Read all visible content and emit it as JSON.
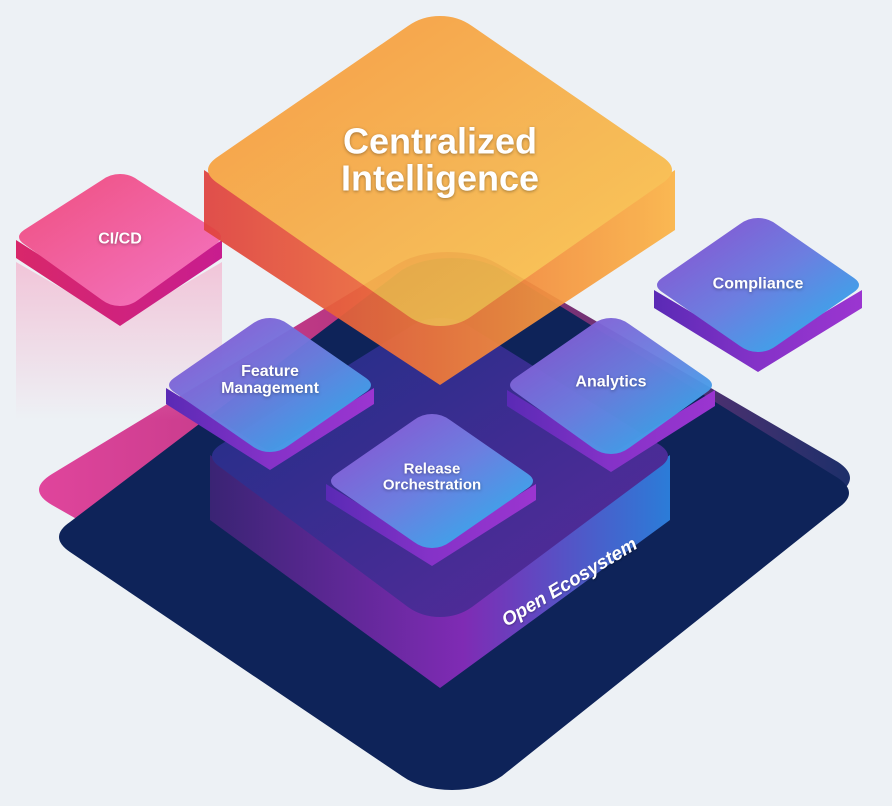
{
  "central": {
    "line1": "Centralized",
    "line2": "Intelligence"
  },
  "modules": {
    "cicd": "CI/CD",
    "compliance": "Compliance",
    "analytics": "Analytics",
    "feature_line1": "Feature",
    "feature_line2": "Management",
    "release_line1": "Release",
    "release_line2": "Orchestration"
  },
  "platform": {
    "label": "Open Ecosystem"
  },
  "colors": {
    "background": "#edf1f5",
    "base_dark": "#0e2359",
    "base_edge_pink": "#e0459c",
    "central_orange": "#f7a13c",
    "central_yellow": "#fbc24f",
    "central_side": "#e3453f",
    "cicd_pink": "#f05a8f",
    "module_purple": "#8a4fd0",
    "module_blue": "#27b3ec",
    "ecosystem_purple": "#5d2a9a"
  }
}
